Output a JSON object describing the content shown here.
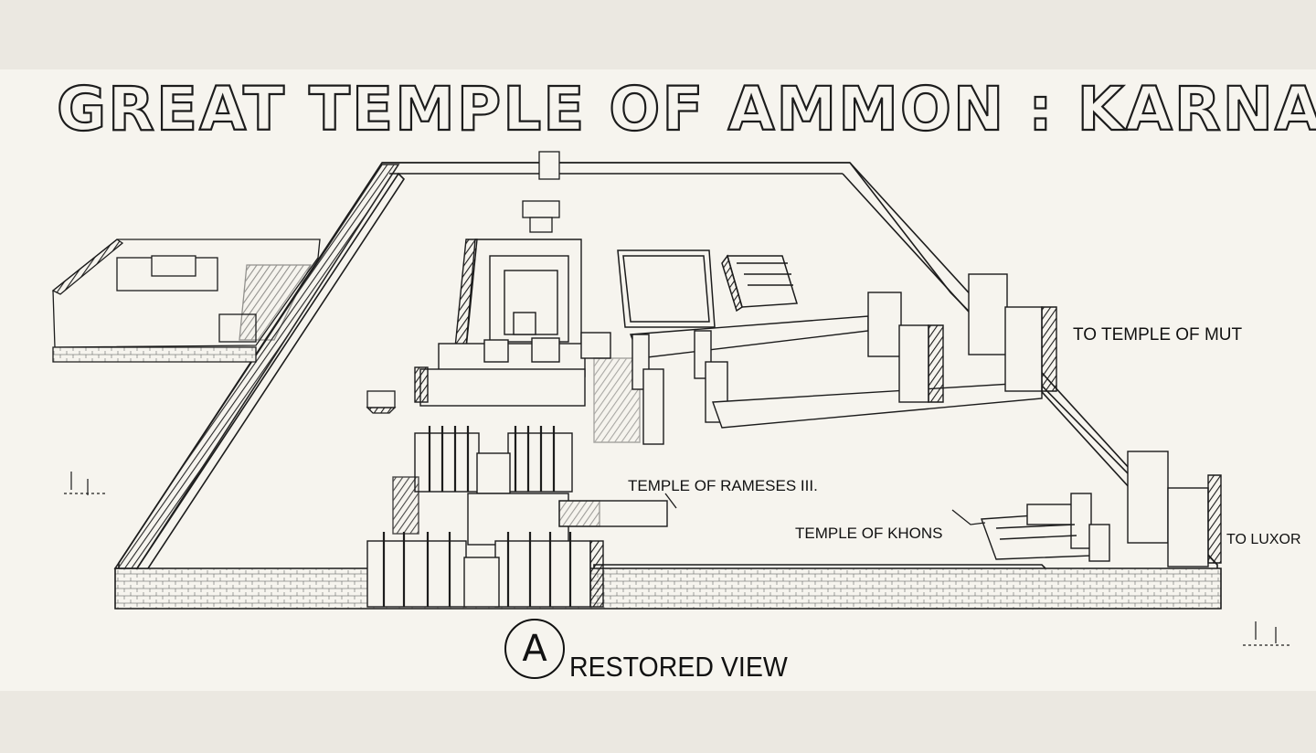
{
  "title": "GREAT TEMPLE OF AMMON : KARNAK",
  "labels": {
    "mut": "TO TEMPLE OF MUT",
    "rameses": "TEMPLE OF RAMESES III.",
    "khons": "TEMPLE OF KHONS",
    "luxor": "TO LUXOR"
  },
  "view": {
    "letter": "A",
    "caption": "RESTORED VIEW"
  },
  "colors": {
    "ink": "#1c1c1c",
    "paper": "#f6f4ee",
    "background": "#ebe8e1"
  }
}
